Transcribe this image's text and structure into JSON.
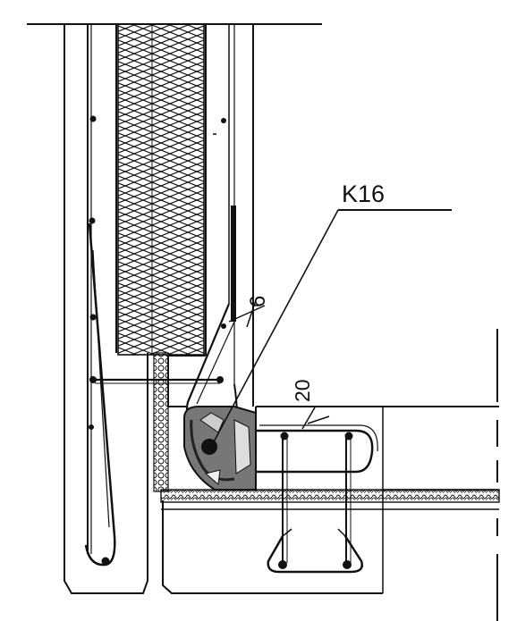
{
  "drawing": {
    "labels": {
      "component": "K16",
      "dim_insulation_lap": "6",
      "dim_slab_edge": "20"
    },
    "colors": {
      "ink": "#111111",
      "paper": "#ffffff",
      "fill_dark": "#222222",
      "fill_mid": "#555555"
    }
  }
}
